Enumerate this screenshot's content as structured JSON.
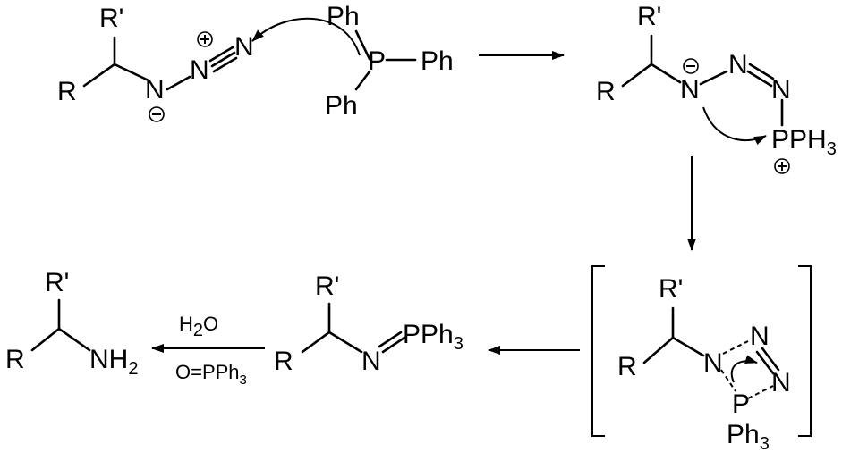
{
  "reaction": {
    "reactant": {
      "r_top": "R'",
      "r_left": "R",
      "n1": "N",
      "n2": "N",
      "n3": "N",
      "plus": "+",
      "minus": "−"
    },
    "phosphine": {
      "p": "P",
      "ph_top": "Ph",
      "ph_right": "Ph",
      "ph_bottom": "Ph"
    },
    "intermediate1": {
      "r_top": "R'",
      "r_left": "R",
      "n1": "N",
      "n2": "N",
      "n3": "N",
      "minus": "−",
      "p": "P",
      "ph3": "PH",
      "ph3_sub": "3",
      "plus": "+"
    },
    "intermediate2": {
      "r_top": "R'",
      "r_left": "R",
      "n1": "N",
      "n2": "N",
      "n3": "N",
      "p": "P",
      "ph3": "Ph",
      "ph3_sub": "3"
    },
    "iminophosphorane": {
      "r_top": "R'",
      "r_left": "R",
      "n": "N",
      "pph": "PPh",
      "pph_sub": "3"
    },
    "amine": {
      "r_top": "R'",
      "r_left": "R",
      "nh": "NH",
      "nh_sub": "2"
    },
    "reagents": {
      "water": "H",
      "water_sub": "2",
      "water_o": "O",
      "byproduct": "O=PPh",
      "byproduct_sub": "3"
    }
  }
}
